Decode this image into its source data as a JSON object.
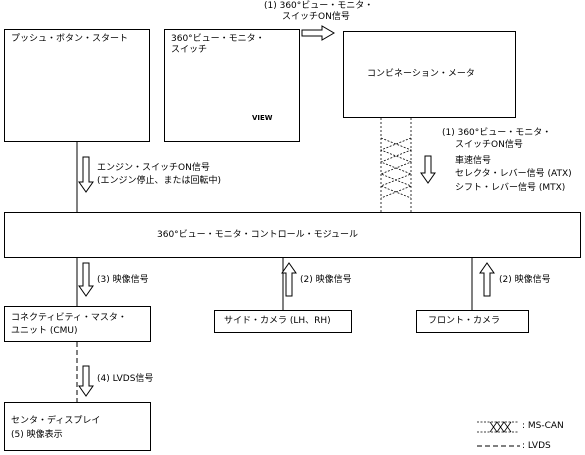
{
  "boxes": {
    "push_button": "プッシュ・ボタン・スタート",
    "switch_title_1": "360°ビュー・モニタ・",
    "switch_title_2": "スイッチ",
    "switch_view": "VIEW",
    "combination_meter": "コンビネーション・メータ",
    "control_module": "360°ビュー・モニタ・コントロール・モジュール",
    "cmu_1": "コネクティビティ・マスタ・",
    "cmu_2": "ユニット (CMU)",
    "side_camera": "サイド・カメラ (LH、RH)",
    "front_camera": "フロント・カメラ",
    "center_display_1": "センタ・ディスプレイ",
    "center_display_2": "(5) 映像表示"
  },
  "signals": {
    "switch_on_1": "(1) 360°ビュー・モニタ・",
    "switch_on_2": "スイッチON信号",
    "meter_out_1": "(1) 360°ビュー・モニタ・",
    "meter_out_2": "スイッチON信号",
    "meter_out_3": "車速信号",
    "meter_out_4": "セレクタ・レバー信号 (ATX)",
    "meter_out_5": "シフト・レバー信号 (MTX)",
    "engine_1": "エンジン・スイッチON信号",
    "engine_2": "(エンジン停止、または回転中)",
    "video_cmu": "(3) 映像信号",
    "video_side": "(2) 映像信号",
    "video_front": "(2) 映像信号",
    "lvds": "(4) LVDS信号"
  },
  "legend": {
    "ms_can": ": MS-CAN",
    "lvds": ": LVDS"
  }
}
